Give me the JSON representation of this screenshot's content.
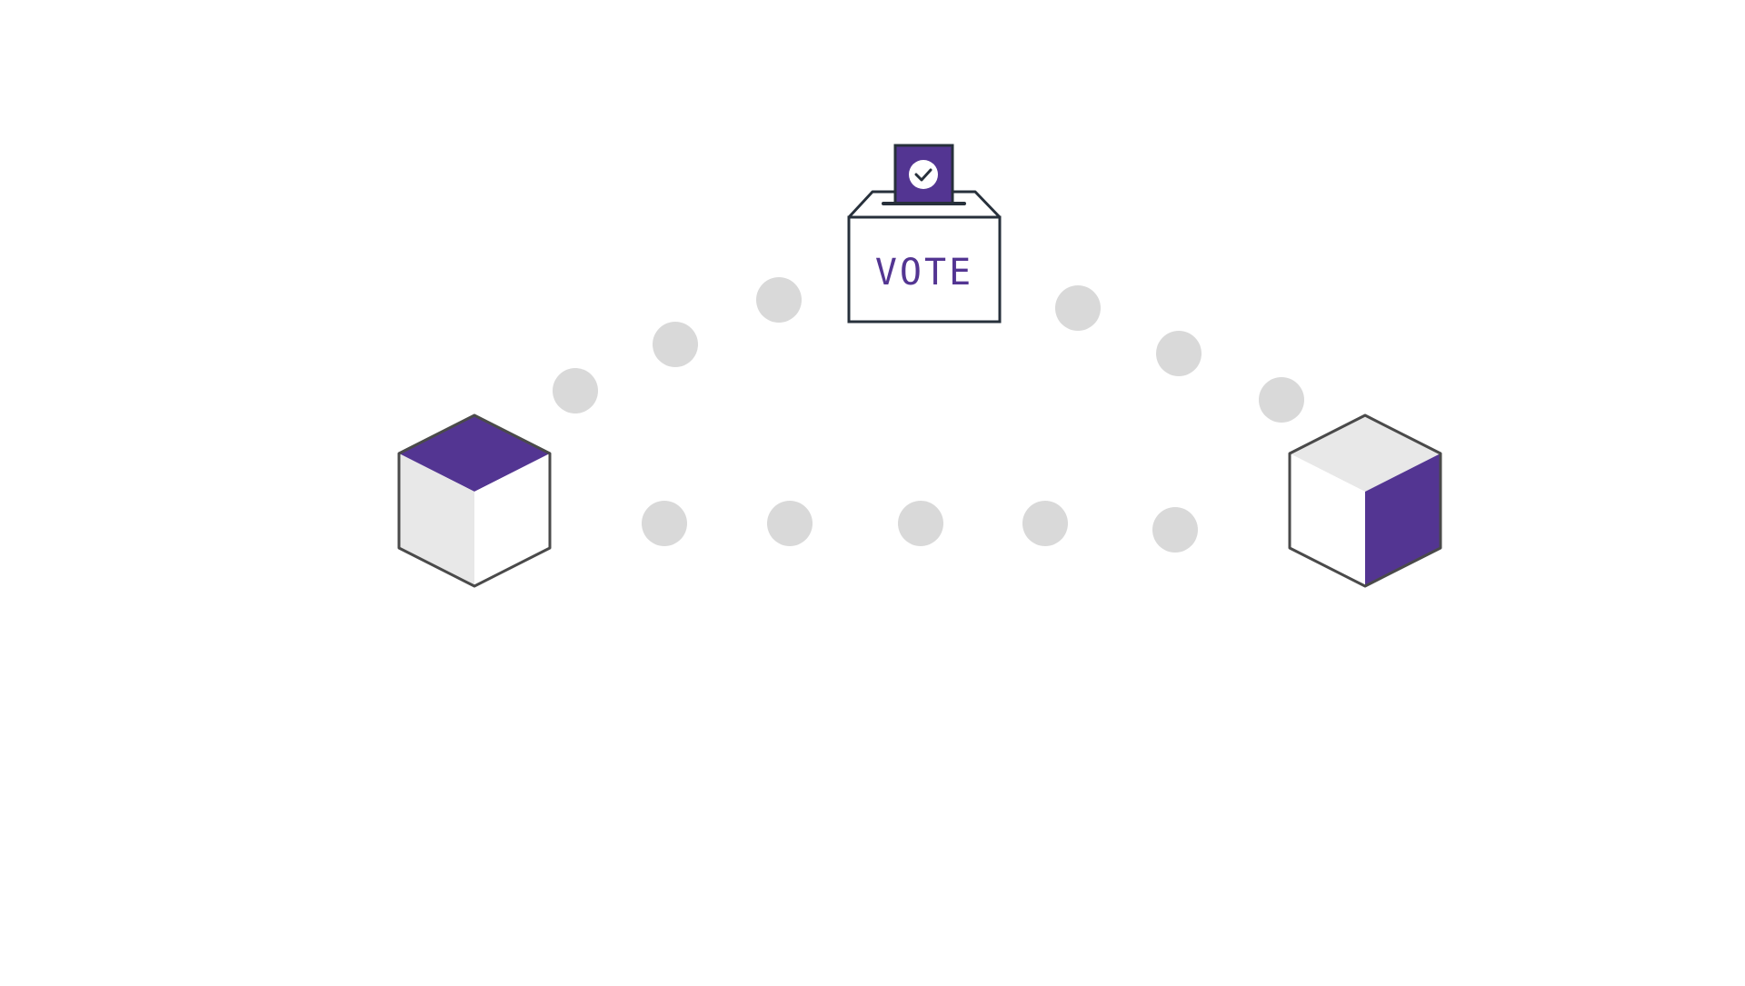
{
  "colors": {
    "accent": "#533592",
    "outline": "#4a4a4a",
    "box_outline": "#27303b",
    "cube_light_face": "#e8e8e8",
    "white": "#ffffff",
    "dot": "#d9d9d9"
  },
  "ballot_box": {
    "label": "VOTE",
    "ballot_icon": "check-circle-icon"
  },
  "nodes": [
    {
      "name": "left-cube",
      "highlighted_face": "top"
    },
    {
      "name": "right-cube",
      "highlighted_face": "right"
    }
  ],
  "connections": {
    "upper_left_arc_dots": 3,
    "upper_right_arc_dots": 3,
    "bottom_row_dots": 5
  }
}
